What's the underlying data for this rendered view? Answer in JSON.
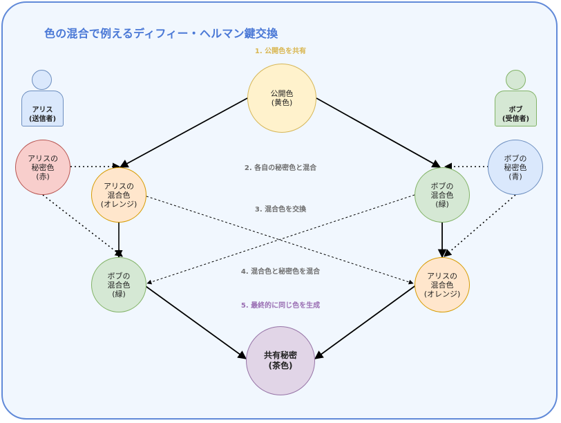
{
  "title": "色の混合で例えるディフィー・ヘルマン鍵交換",
  "steps": [
    {
      "label": "1. 公開色を共有",
      "color": "#d9b650"
    },
    {
      "label": "2. 各自の秘密色と混合",
      "color": "#6f6f6f"
    },
    {
      "label": "3. 混合色を交換",
      "color": "#6f6f6f"
    },
    {
      "label": "4. 混合色と秘密色を混合",
      "color": "#6f6f6f"
    },
    {
      "label": "5. 最終的に同じ色を生成",
      "color": "#9a6fb3"
    }
  ],
  "actors": {
    "alice": {
      "label": "アリス\n(送信者)",
      "fill": "#dae8fc",
      "stroke": "#6c8ebf"
    },
    "bob": {
      "label": "ボブ\n(受信者)",
      "fill": "#d5e8d4",
      "stroke": "#82b366"
    }
  },
  "nodes": {
    "public_color": {
      "label": "公開色\n(黄色)",
      "fill": "#fff2cc",
      "stroke": "#d6b656"
    },
    "alice_secret": {
      "label": "アリスの\n秘密色\n(赤)",
      "fill": "#f8cecc",
      "stroke": "#b85450"
    },
    "alice_mix": {
      "label": "アリスの\n混合色\n(オレンジ)",
      "fill": "#ffe6cc",
      "stroke": "#d79b00"
    },
    "bob_secret": {
      "label": "ボブの\n秘密色\n(青)",
      "fill": "#dae8fc",
      "stroke": "#6c8ebf"
    },
    "bob_mix": {
      "label": "ボブの\n混合色\n(緑)",
      "fill": "#d5e8d4",
      "stroke": "#82b366"
    },
    "bob_mix_received": {
      "label": "ボブの\n混合色\n(緑)",
      "fill": "#d5e8d4",
      "stroke": "#82b366"
    },
    "alice_mix_received": {
      "label": "アリスの\n混合色\n(オレンジ)",
      "fill": "#ffe6cc",
      "stroke": "#d79b00"
    },
    "shared_secret": {
      "label": "共有秘密\n(茶色)",
      "fill": "#e1d5e7",
      "stroke": "#9673a6"
    }
  }
}
